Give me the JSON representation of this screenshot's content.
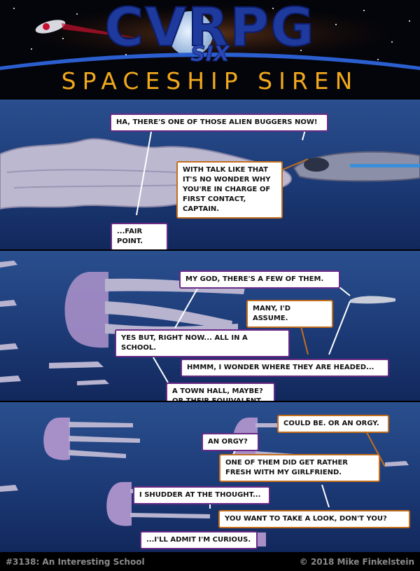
{
  "header": {
    "logo_main": "CVRPG",
    "logo_sub": "SIX",
    "subtitle": "SPACESHIP SIREN"
  },
  "panel1": {
    "bubble1": "Ha, there's one of those alien buggers now!",
    "bubble2": "With talk like that it's no wonder why you're in charge of first contact, Captain.",
    "bubble3": "...Fair point."
  },
  "panel2": {
    "bubble1": "My God, there's a few of them.",
    "bubble2": "Many, I'd assume.",
    "bubble3": "Yes but, right now... all in a school.",
    "bubble4": "Hmmm, I wonder where they are headed...",
    "bubble5": "A town hall, maybe? Or their equivalent."
  },
  "panel3": {
    "bubble1": "Could be. Or an orgy.",
    "bubble2": "An orgy?",
    "bubble3": "One of them did get rather fresh with my girlfriend.",
    "bubble4": "I shudder at the thought...",
    "bubble5": "You want to take a look, don't you?",
    "bubble6": "...I'll admit I'm curious."
  },
  "footer": {
    "left": "#3138: An Interesting School",
    "right": "© 2018 Mike Finkelstein"
  },
  "colors": {
    "logo_blue": "#1e3a9c",
    "subtitle_orange": "#f2a81c",
    "ocean_top": "#2a4f8e",
    "ocean_bottom": "#12285c",
    "bubble_border_purple": "#6a2a86",
    "bubble_border_orange": "#c46e1c"
  }
}
